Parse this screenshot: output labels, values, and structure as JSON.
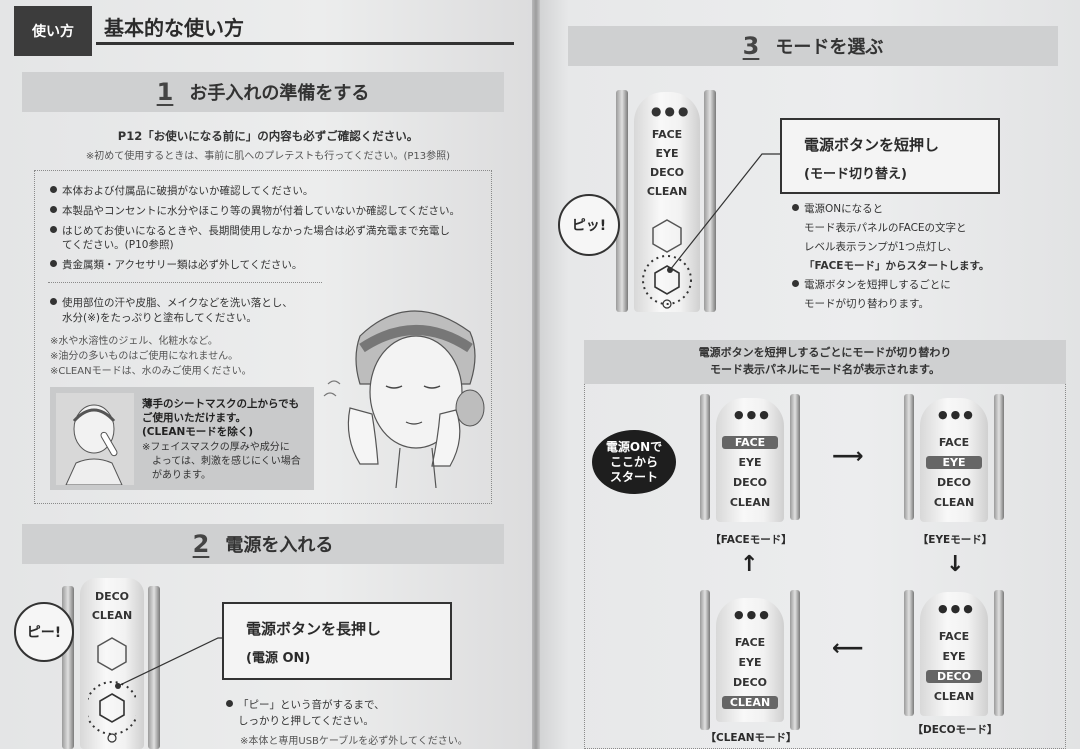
{
  "left_page": {
    "tag": "使い方",
    "title": "基本的な使い方",
    "step1": {
      "num": "1",
      "title": "お手入れの準備をする",
      "note1": "P12「お使いになる前に」の内容も必ずご確認ください。",
      "note2": "※初めて使用するときは、事前に肌へのプレテストも行ってください。(P13参照)",
      "bullets": [
        "本体および付属品に破損がないか確認してください。",
        "本製品やコンセントに水分やほこり等の異物が付着していないか確認してください。",
        "はじめてお使いになるときや、長期間使用しなかった場合は必ず満充電まで充電し",
        "てください。(P10参照)",
        "貴金属類・アクセサリー類は必ず外してください。"
      ],
      "wash_1": "使用部位の汗や皮脂、メイクなどを洗い落とし、",
      "wash_2": "水分(※)をたっぷりと塗布してください。",
      "notes": [
        "※水や水溶性のジェル、化粧水など。",
        "※油分の多いものはご使用になれません。",
        "※CLEANモードは、水のみご使用ください。"
      ],
      "mask": {
        "line1": "薄手のシートマスクの上からでも",
        "line2": "ご使用いただけます。",
        "line3": "(CLEANモードを除く)",
        "line4": "※フェイスマスクの厚みや成分に",
        "line5": "よっては、刺激を感じにくい場合",
        "line6": "があります。"
      }
    },
    "step2": {
      "num": "2",
      "title": "電源を入れる",
      "bubble": "ピー!",
      "labels": [
        "DECO",
        "CLEAN"
      ],
      "callout_1": "電源ボタンを長押し",
      "callout_2": "(電源 ON)",
      "bullet": "「ピー」という音がするまで、",
      "bullet_2": "しっかりと押してください。",
      "note": "※本体と専用USBケーブルを必ず外してください。"
    }
  },
  "right_page": {
    "step3": {
      "num": "3",
      "title": "モードを選ぶ",
      "bubble": "ピッ!",
      "labels": [
        "FACE",
        "EYE",
        "DECO",
        "CLEAN"
      ],
      "callout_1": "電源ボタンを短押し",
      "callout_2": "(モード切り替え)",
      "desc1_a": "電源ONになると",
      "desc1_b": "モード表示パネルのFACEの文字と",
      "desc1_c": "レベル表示ランプが1つ点灯し、",
      "desc1_d": "「FACEモード」からスタートします。",
      "desc2_a": "電源ボタンを短押しするごとに",
      "desc2_b": "モードが切り替わります。"
    },
    "flow": {
      "head1": "電源ボタンを短押しするごとにモードが切り替わり",
      "head2": "モード表示パネルにモード名が表示されます。",
      "start_bubble_1": "電源ONで",
      "start_bubble_2": "ここから",
      "start_bubble_3": "スタート",
      "modes": [
        {
          "caption": "【FACEモード】",
          "active": "FACE"
        },
        {
          "caption": "【EYEモード】",
          "active": "EYE"
        },
        {
          "caption": "【DECOモード】",
          "active": "DECO"
        },
        {
          "caption": "【CLEANモード】",
          "active": "CLEAN"
        }
      ]
    }
  }
}
